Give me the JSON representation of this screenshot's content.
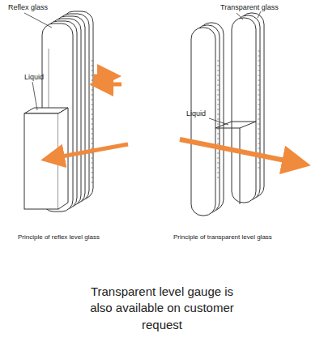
{
  "diagram": {
    "caption": "Transparent level gauge is also available on customer request",
    "labels": [
      "Reflex glass",
      "Liquid",
      "Principle of reflex level glass",
      "Transparent glass",
      "Liquid",
      "Principle of transparent level glass"
    ]
  }
}
